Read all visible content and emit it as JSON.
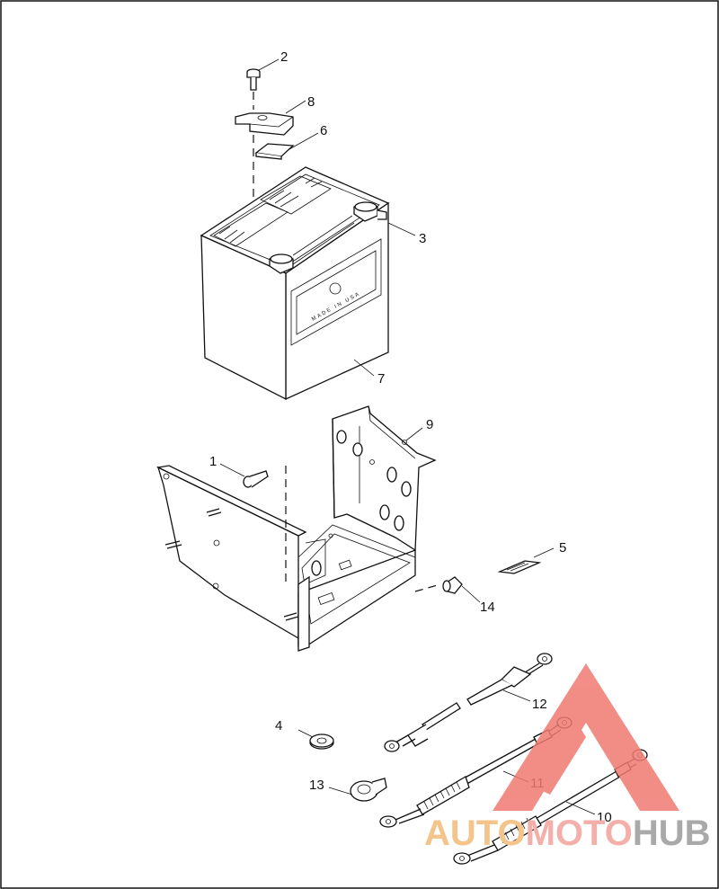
{
  "diagram": {
    "battery_panel_text": "MADE IN USA",
    "callouts": [
      {
        "id": "callout-2",
        "text": "2"
      },
      {
        "id": "callout-8",
        "text": "8"
      },
      {
        "id": "callout-6",
        "text": "6"
      },
      {
        "id": "callout-3",
        "text": "3"
      },
      {
        "id": "callout-7",
        "text": "7"
      },
      {
        "id": "callout-9",
        "text": "9"
      },
      {
        "id": "callout-1",
        "text": "1"
      },
      {
        "id": "callout-5",
        "text": "5"
      },
      {
        "id": "callout-14",
        "text": "14"
      },
      {
        "id": "callout-12",
        "text": "12"
      },
      {
        "id": "callout-4",
        "text": "4"
      },
      {
        "id": "callout-11",
        "text": "11"
      },
      {
        "id": "callout-13",
        "text": "13"
      },
      {
        "id": "callout-10",
        "text": "10"
      }
    ]
  },
  "watermark": {
    "part1": "AUTO",
    "part2": "MOTO",
    "part3": "HUB",
    "colors": {
      "auto": "#f4c48a",
      "moto": "#f3b0ab",
      "hub": "#a9a9a9",
      "triangle": "#f07a72"
    }
  }
}
